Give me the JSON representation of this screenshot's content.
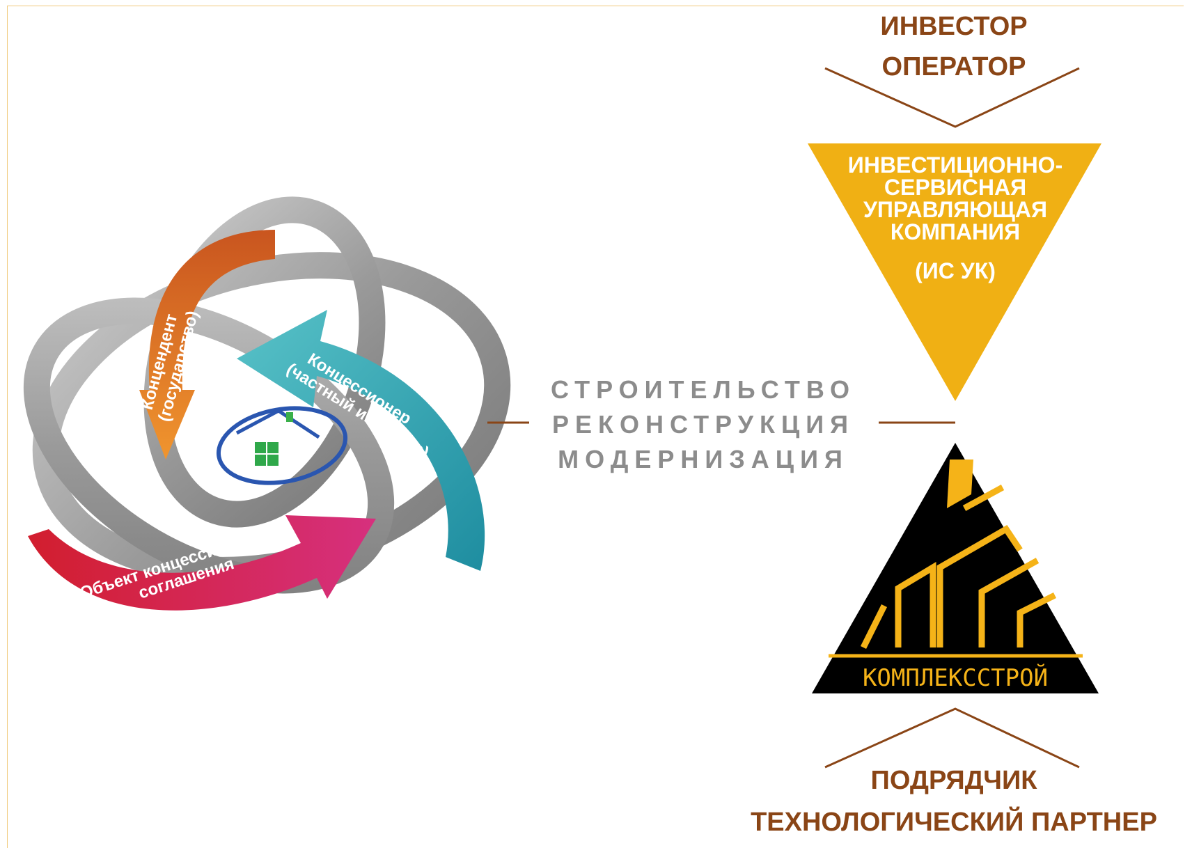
{
  "top_roles": {
    "line1": "ИНВЕСТОР",
    "line2": "ОПЕРАТОР"
  },
  "company_triangle": {
    "lines": [
      "ИНВЕСТИЦИОННО-",
      "СЕРВИСНАЯ",
      "УПРАВЛЯЮЩАЯ",
      "КОМПАНИЯ"
    ],
    "abbr": "(ИС УК)",
    "color": "#f0b014"
  },
  "center_text": {
    "line1": "СТРОИТЕЛЬСТВО",
    "line2": "РЕКОНСТРУКЦИЯ",
    "line3": "МОДЕРНИЗАЦИЯ"
  },
  "cycle": {
    "concedent_line1": "Концендент",
    "concedent_line2": "(государство)",
    "concessioner_line1": "Концессионер",
    "concessioner_line2": "(частный инвестор)",
    "object_line1": "Объект концессионного",
    "object_line2": "соглашения",
    "colors": {
      "orange": "#e07a2a",
      "teal": "#2a9aa8",
      "red": "#d41f3a",
      "magenta": "#d02c7d",
      "gray": "#8e8e8e"
    },
    "center_icon": "house-icon"
  },
  "logo": {
    "name": "КОМПЛЕКССТРОЙ",
    "colors": {
      "bg": "#000000",
      "accent": "#f5b318"
    }
  },
  "bottom_roles": {
    "line1": "ПОДРЯДЧИК",
    "line2": "ТЕХНОЛОГИЧЕСКИЙ ПАРТНЕР"
  }
}
